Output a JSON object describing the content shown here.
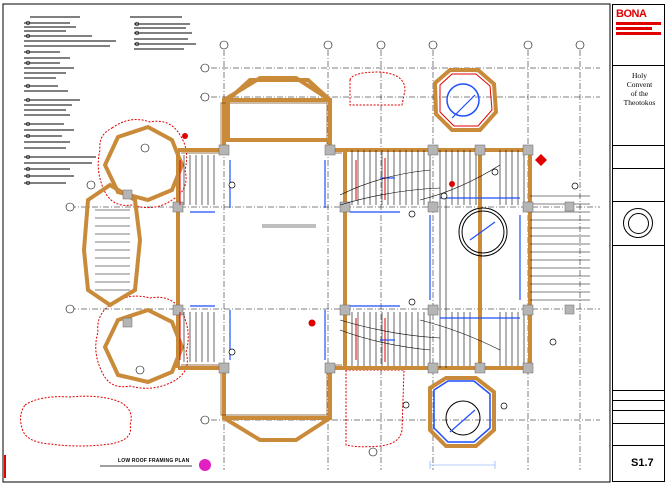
{
  "title_block": {
    "firm_name": "BONA",
    "project_title_lines": [
      "Holy",
      "Convent",
      "of the",
      "Theotokos"
    ],
    "sheet_number": "S1.7"
  },
  "drawing": {
    "caption": "LOW ROOF FRAMING PLAN"
  },
  "colors": {
    "brand_red": "#e10000",
    "wall_tan": "#c98a3a",
    "framing_blue": "#1f4fff",
    "annotation_red": "#e00000",
    "marker_magenta": "#e020c0"
  }
}
